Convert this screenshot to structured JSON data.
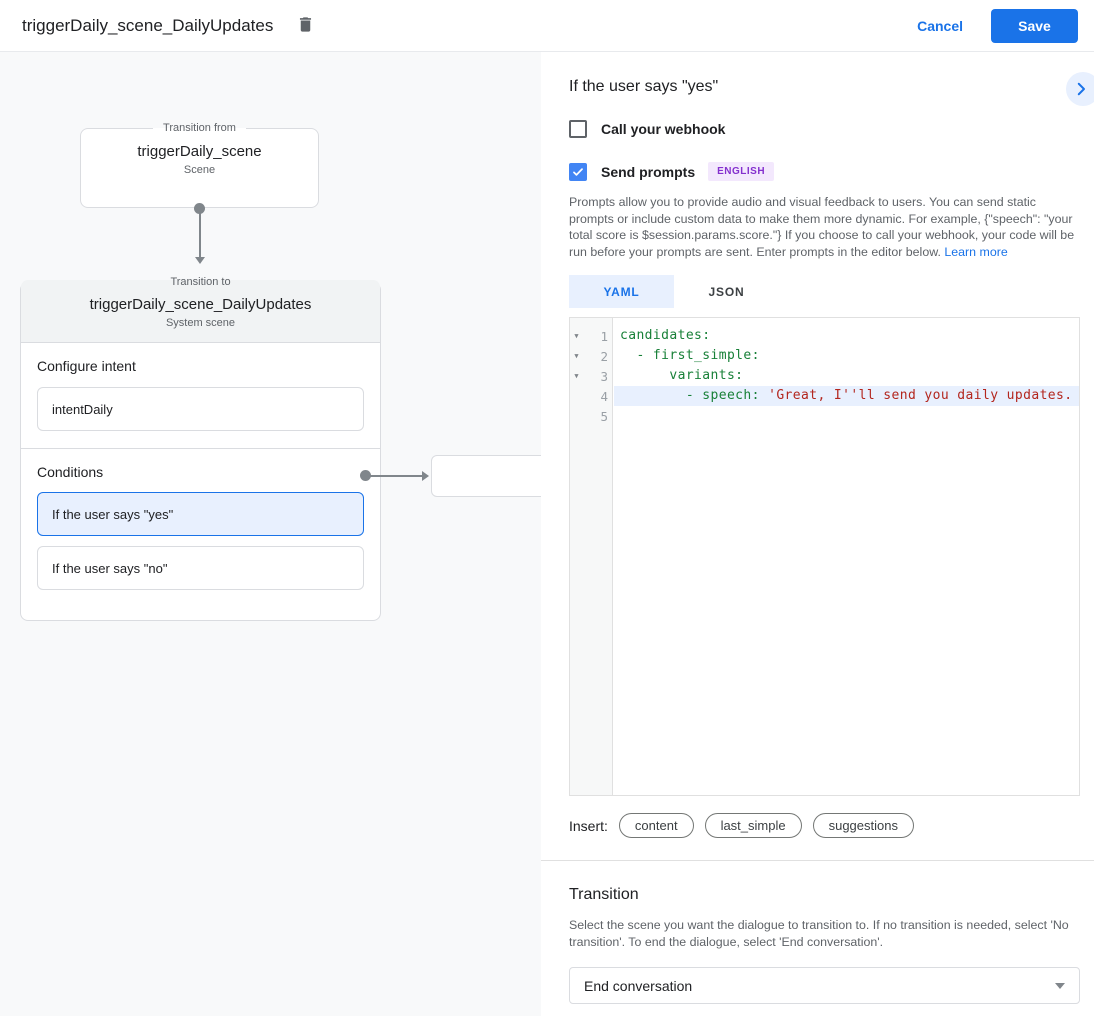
{
  "header": {
    "title": "triggerDaily_scene_DailyUpdates",
    "cancel_label": "Cancel",
    "save_label": "Save"
  },
  "canvas": {
    "from_box": {
      "legend": "Transition from",
      "title": "triggerDaily_scene",
      "subtitle": "Scene"
    },
    "to_box": {
      "legend": "Transition to",
      "title": "triggerDaily_scene_DailyUpdates",
      "subtitle": "System scene",
      "configure_intent_label": "Configure intent",
      "intent_value": "intentDaily",
      "conditions_label": "Conditions",
      "conditions": [
        {
          "label": "If the user says \"yes\"",
          "selected": true
        },
        {
          "label": "If the user says \"no\"",
          "selected": false
        }
      ]
    }
  },
  "panel": {
    "title": "If the user says \"yes\"",
    "webhook_label": "Call your webhook",
    "prompts_label": "Send prompts",
    "language_badge": "ENGLISH",
    "description": "Prompts allow you to provide audio and visual feedback to users. You can send static prompts or include custom data to make them more dynamic. For example, {\"speech\": \"your total score is $session.params.score.\"} If you choose to call your webhook, your code will be run before your prompts are sent. Enter prompts in the editor below.",
    "learn_more_label": "Learn more",
    "tabs": [
      {
        "label": "YAML",
        "active": true
      },
      {
        "label": "JSON",
        "active": false
      }
    ],
    "editor": {
      "lines": [
        {
          "fold": "▼",
          "num": "1",
          "green": "candidates:",
          "red": ""
        },
        {
          "fold": "▼",
          "num": "2",
          "green": "  - first_simple:",
          "red": ""
        },
        {
          "fold": "▼",
          "num": "3",
          "green": "      variants:",
          "red": ""
        },
        {
          "fold": "",
          "num": "4",
          "green": "        - speech: ",
          "red": "'Great, I''ll send you daily updates."
        },
        {
          "fold": "",
          "num": "5",
          "green": "",
          "red": ""
        }
      ]
    },
    "insert_label": "Insert:",
    "insert_chips": [
      "content",
      "last_simple",
      "suggestions"
    ],
    "transition": {
      "title": "Transition",
      "description": "Select the scene you want the dialogue to transition to. If no transition is needed, select 'No transition'. To end the dialogue, select 'End conversation'.",
      "select_value": "End conversation"
    }
  },
  "colors": {
    "accent_blue": "#1a73e8",
    "selected_fill": "#e8f0fe",
    "code_key_green": "#188038",
    "code_string_red": "#b3261e",
    "badge_purple": "#8430ce"
  }
}
